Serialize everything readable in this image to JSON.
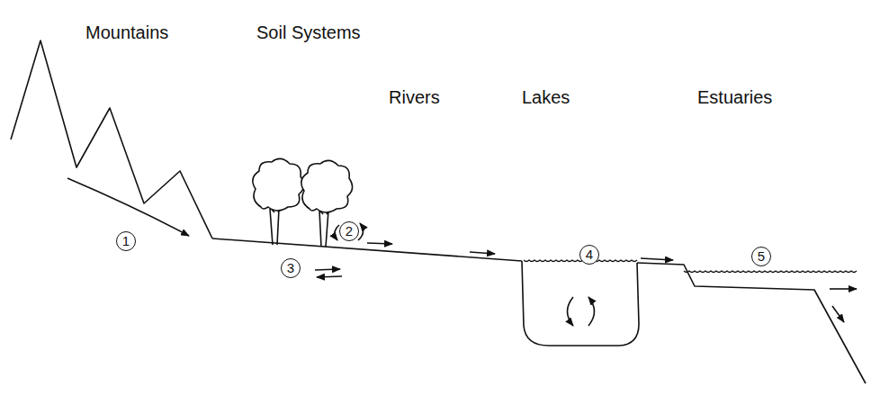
{
  "diagram": {
    "labels": [
      "Mountains",
      "Soil Systems",
      "Rivers",
      "Lakes",
      "Estuaries",
      "1",
      "2",
      "3",
      "4",
      "5"
    ]
  }
}
